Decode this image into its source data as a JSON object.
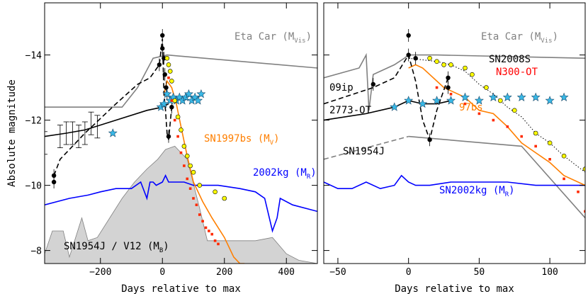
{
  "chart_data": [
    {
      "type": "line",
      "panel": "left",
      "xlabel": "Days relative to max",
      "ylabel": "Absolute magnitude",
      "xlim": [
        -380,
        500
      ],
      "ylim": [
        -7.6,
        -15.6
      ],
      "y_inverted": true,
      "xticks": [
        -200,
        0,
        200,
        400
      ],
      "yticks": [
        -8,
        -10,
        -12,
        -14
      ],
      "annotations": [
        {
          "text": "Eta Car (M",
          "sub": "Vis",
          "tail": ")",
          "color": "#808080"
        },
        {
          "text": "SN1997bs (M",
          "sub": "V",
          "tail": ")",
          "color": "#ff7f00"
        },
        {
          "text": "2002kg (M",
          "sub": "R",
          "tail": ")",
          "color": "#0000ff"
        },
        {
          "text": "SN1954J / V12 (M",
          "sub": "B",
          "tail": ")",
          "color": "#000000"
        }
      ],
      "series": [
        {
          "style": "area",
          "color": "#d3d3d3",
          "x": [
            -380,
            -355,
            -320,
            -300,
            -280,
            -260,
            -240,
            -210,
            -170,
            -130,
            -90,
            -50,
            -15,
            10,
            40,
            80,
            120,
            145,
            160,
            200,
            250,
            300,
            355,
            400,
            440,
            500
          ],
          "y": [
            -7.9,
            -8.6,
            -8.6,
            -7.8,
            -8.4,
            -9.0,
            -8.3,
            -8.4,
            -9.0,
            -9.6,
            -10.1,
            -10.5,
            -10.8,
            -11.1,
            -11.2,
            -10.8,
            -9.3,
            -8.3,
            -8.3,
            -8.3,
            -8.3,
            -8.3,
            -8.4,
            -7.9,
            -7.7,
            -7.6
          ]
        },
        {
          "style": "line",
          "color": "#808080",
          "x": [
            -380,
            -130,
            -80,
            -30,
            15,
            500
          ],
          "y": [
            -12.4,
            -12.4,
            -13.0,
            -13.9,
            -14.0,
            -13.6
          ]
        },
        {
          "style": "line",
          "color": "#0000ff",
          "x": [
            -380,
            -300,
            -240,
            -200,
            -150,
            -100,
            -70,
            -50,
            -40,
            -30,
            -20,
            0,
            10,
            20,
            40,
            70,
            100,
            180,
            250,
            300,
            330,
            345,
            355,
            370,
            380,
            420,
            500
          ],
          "y": [
            -9.4,
            -9.6,
            -9.7,
            -9.8,
            -9.9,
            -9.9,
            -10.1,
            -9.6,
            -10.1,
            -10.1,
            -10.0,
            -10.1,
            -10.3,
            -10.1,
            -10.1,
            -10.1,
            -10.0,
            -10.0,
            -9.9,
            -9.8,
            -9.6,
            -9.0,
            -8.6,
            -9.0,
            -9.6,
            -9.4,
            -9.2
          ]
        },
        {
          "style": "line",
          "color": "#ff7f00",
          "x": [
            5,
            15,
            30,
            45,
            60,
            80,
            100,
            130,
            160,
            200,
            230,
            250,
            265
          ],
          "y": [
            -12.8,
            -13.2,
            -13.0,
            -12.5,
            -11.8,
            -10.9,
            -10.1,
            -9.5,
            -9.0,
            -8.4,
            -7.8,
            -7.6,
            -7.6
          ]
        },
        {
          "style": "line",
          "color": "#000000",
          "x": [
            -380,
            -310,
            -250,
            -150,
            -50,
            0,
            20
          ],
          "y": [
            -11.5,
            -11.6,
            -11.7,
            -12.0,
            -12.3,
            -12.4,
            -12.5
          ]
        },
        {
          "style": "dashed",
          "color": "#000000",
          "x": [
            -350,
            -330,
            -250,
            -150,
            -80,
            -40,
            -10,
            0,
            5,
            10,
            15,
            20,
            30
          ],
          "y": [
            -10.3,
            -10.8,
            -11.6,
            -12.5,
            -13.1,
            -13.3,
            -13.7,
            -14.5,
            -12.8,
            -12.3,
            -11.6,
            -11.4,
            -12.4
          ]
        },
        {
          "style": "points",
          "marker": "filled-circle",
          "color": "#000000",
          "x": [
            -350,
            -350,
            -10,
            0,
            0,
            5,
            8,
            12,
            15,
            20,
            30
          ],
          "y": [
            -10.1,
            -10.3,
            -13.7,
            -14.6,
            -14.2,
            -13.9,
            -13.4,
            -13.0,
            -12.8,
            -11.5,
            -12.4
          ]
        },
        {
          "style": "points",
          "marker": "open-circle",
          "color": "#000000",
          "x": [
            -380,
            -330,
            -310,
            -290,
            -270,
            -250,
            -230,
            -210
          ],
          "y": [
            -11.3,
            -11.5,
            -11.6,
            -11.6,
            -11.5,
            -11.6,
            -11.9,
            -11.8
          ]
        },
        {
          "style": "points",
          "marker": "star",
          "color": "#39b8e6",
          "x": [
            -160,
            -5,
            5,
            15,
            25,
            35,
            45,
            55,
            65,
            75,
            85,
            95,
            105,
            115,
            125
          ],
          "y": [
            -11.6,
            -12.4,
            -12.5,
            -12.8,
            -12.6,
            -12.7,
            -12.6,
            -12.7,
            -12.6,
            -12.7,
            -12.8,
            -12.6,
            -12.7,
            -12.6,
            -12.8
          ]
        },
        {
          "style": "points",
          "marker": "circle",
          "color": "#ffff00",
          "x": [
            15,
            20,
            25,
            30,
            40,
            50,
            60,
            70,
            80,
            90,
            100,
            120,
            170,
            200
          ],
          "y": [
            -13.9,
            -13.7,
            -13.5,
            -13.2,
            -12.6,
            -12.1,
            -11.7,
            -11.2,
            -10.9,
            -10.6,
            -10.4,
            -10.0,
            -9.8,
            -9.6
          ]
        },
        {
          "style": "points",
          "marker": "square",
          "color": "#ff2a00",
          "x": [
            20,
            30,
            40,
            50,
            60,
            70,
            80,
            90,
            100,
            110,
            120,
            130,
            140,
            150,
            160,
            170,
            180
          ],
          "y": [
            -13.3,
            -12.6,
            -12.0,
            -11.5,
            -11.0,
            -10.6,
            -10.2,
            -9.9,
            -9.6,
            -9.4,
            -9.1,
            -8.9,
            -8.7,
            -8.6,
            -8.5,
            -8.3,
            -8.2
          ]
        }
      ]
    },
    {
      "type": "line",
      "panel": "right",
      "xlabel": "Days relative to max",
      "ylabel": "",
      "xlim": [
        -60,
        125
      ],
      "ylim": [
        -7.6,
        -15.6
      ],
      "y_inverted": true,
      "xticks": [
        -50,
        0,
        50,
        100
      ],
      "yticks": [
        -8,
        -10,
        -12,
        -14
      ],
      "annotations": [
        {
          "text": "Eta Car (M",
          "sub": "Vis",
          "tail": ")",
          "color": "#808080"
        },
        {
          "text": "SN2008S",
          "sub": "",
          "tail": "",
          "color": "#000000"
        },
        {
          "text": "N300-OT",
          "sub": "",
          "tail": "",
          "color": "#ff0000"
        },
        {
          "text": "09ip",
          "sub": "",
          "tail": "",
          "color": "#000000"
        },
        {
          "text": "97bs",
          "sub": "",
          "tail": "",
          "color": "#ff7f00"
        },
        {
          "text": "2773-OT",
          "sub": "",
          "tail": "",
          "color": "#000000"
        },
        {
          "text": "SN1954J",
          "sub": "",
          "tail": "",
          "color": "#000000"
        },
        {
          "text": "SN2002kg (M",
          "sub": "R",
          "tail": ")",
          "color": "#0000ff"
        }
      ],
      "series": [
        {
          "style": "line",
          "color": "#808080",
          "x": [
            -60,
            -35,
            -30,
            -28,
            -25,
            -10,
            -3,
            0,
            5,
            20,
            125
          ],
          "y": [
            -13.3,
            -13.6,
            -14.0,
            -12.3,
            -13.4,
            -13.7,
            -13.9,
            -14.0,
            -14.0,
            -14.0,
            -13.9
          ]
        },
        {
          "style": "line",
          "color": "#808080",
          "x": [
            0,
            80,
            125
          ],
          "y": [
            -11.5,
            -11.2,
            -9.0
          ]
        },
        {
          "style": "dashed",
          "color": "#808080",
          "x": [
            -60,
            0
          ],
          "y": [
            -10.8,
            -11.5
          ]
        },
        {
          "style": "line",
          "color": "#0000ff",
          "x": [
            -60,
            -50,
            -40,
            -30,
            -20,
            -10,
            -5,
            0,
            5,
            15,
            30,
            50,
            70,
            90,
            125
          ],
          "y": [
            -10.1,
            -9.9,
            -9.9,
            -10.1,
            -9.9,
            -10.0,
            -10.3,
            -10.1,
            -10.0,
            -10.0,
            -10.1,
            -10.1,
            -10.1,
            -10.0,
            -10.0
          ]
        },
        {
          "style": "line",
          "color": "#ff7f00",
          "x": [
            0,
            5,
            10,
            15,
            20,
            25,
            30,
            40,
            50,
            60,
            70,
            80,
            90,
            100,
            110,
            125
          ],
          "y": [
            -13.6,
            -13.7,
            -13.6,
            -13.4,
            -13.2,
            -13.0,
            -12.9,
            -12.7,
            -12.3,
            -12.2,
            -11.8,
            -11.3,
            -11.0,
            -10.7,
            -10.3,
            -10.0
          ]
        },
        {
          "style": "line",
          "color": "#000000",
          "x": [
            -60,
            -30,
            -10,
            0,
            10,
            20,
            30
          ],
          "y": [
            -12.0,
            -12.2,
            -12.4,
            -12.6,
            -12.5,
            -12.5,
            -12.6
          ]
        },
        {
          "style": "dashed",
          "color": "#000000",
          "x": [
            -60,
            -25,
            -10,
            0,
            5,
            10,
            15,
            20,
            28
          ],
          "y": [
            -12.5,
            -13.0,
            -13.3,
            -14.0,
            -13.2,
            -12.0,
            -11.4,
            -12.3,
            -13.3
          ]
        },
        {
          "style": "points",
          "marker": "filled-circle",
          "color": "#000000",
          "x": [
            -25,
            0,
            0,
            5,
            15,
            28,
            28
          ],
          "y": [
            -13.1,
            -14.6,
            -14.0,
            -13.9,
            -11.4,
            -13.3,
            -13.0
          ]
        },
        {
          "style": "points",
          "marker": "star",
          "color": "#39b8e6",
          "x": [
            -10,
            0,
            10,
            20,
            30,
            40,
            50,
            60,
            70,
            80,
            90,
            100,
            110
          ],
          "y": [
            -12.4,
            -12.6,
            -12.5,
            -12.6,
            -12.6,
            -12.7,
            -12.6,
            -12.7,
            -12.7,
            -12.7,
            -12.7,
            -12.6,
            -12.7
          ]
        },
        {
          "style": "points",
          "marker": "circle",
          "color": "#ffff00",
          "x": [
            15,
            20,
            25,
            30,
            40,
            45,
            55,
            65,
            75,
            90,
            100,
            110,
            125
          ],
          "y": [
            -13.9,
            -13.8,
            -13.7,
            -13.7,
            -13.6,
            -13.4,
            -13.0,
            -12.6,
            -12.3,
            -11.6,
            -11.3,
            -10.9,
            -10.5
          ]
        },
        {
          "style": "points",
          "marker": "square",
          "color": "#ff2a00",
          "x": [
            20,
            30,
            40,
            50,
            60,
            70,
            80,
            90,
            100,
            110,
            120,
            125
          ],
          "y": [
            -13.0,
            -12.8,
            -12.5,
            -12.2,
            -12.0,
            -11.8,
            -11.5,
            -11.2,
            -10.8,
            -10.2,
            -9.8,
            -9.2
          ]
        },
        {
          "style": "dotted",
          "color": "#000000",
          "x": [
            0,
            20,
            30,
            40,
            50,
            60,
            70,
            80,
            90,
            100,
            110,
            125
          ],
          "y": [
            -13.9,
            -13.8,
            -13.7,
            -13.5,
            -13.1,
            -12.8,
            -12.4,
            -12.1,
            -11.6,
            -11.3,
            -10.9,
            -10.4
          ]
        }
      ]
    }
  ]
}
